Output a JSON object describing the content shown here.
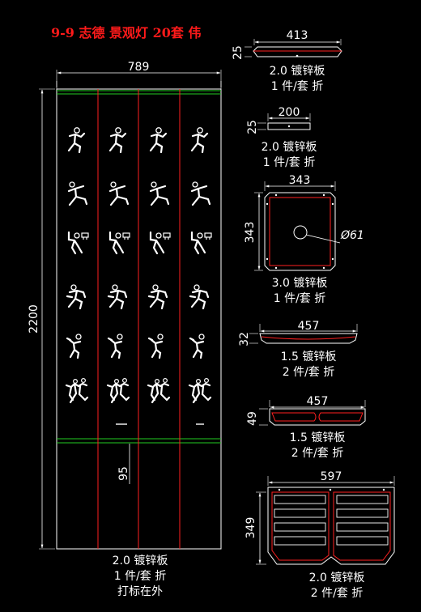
{
  "title": "9-9 志德 景观灯 20套 伟",
  "main_panel": {
    "width_dim": "789",
    "height_dim": "2200",
    "small_dim": "95",
    "material": "2.0 镀锌板",
    "quantity": "1 件/套 折",
    "note": "打标在外"
  },
  "parts": [
    {
      "width_dim": "413",
      "height_dim": "25",
      "material": "2.0 镀锌板",
      "quantity": "1 件/套 折"
    },
    {
      "width_dim": "200",
      "height_dim": "25",
      "material": "2.0 镀锌板",
      "quantity": "1 件/套 折"
    },
    {
      "width_dim": "343",
      "height_dim": "343",
      "hole_dim": "Ø61",
      "material": "3.0 镀锌板",
      "quantity": "1 件/套 折"
    },
    {
      "width_dim": "457",
      "height_dim": "32",
      "material": "1.5 镀锌板",
      "quantity": "2 件/套 折"
    },
    {
      "width_dim": "457",
      "height_dim": "49",
      "material": "1.5 镀锌板",
      "quantity": "2 件/套 折"
    },
    {
      "width_dim": "597",
      "height_dim": "349",
      "material": "2.0 镀锌板",
      "quantity": "2 件/套 折"
    }
  ],
  "colors": {
    "outline": "#ffffff",
    "cut_line": "#ff2020",
    "bend_line": "#22cc22",
    "title": "#ff1a1a"
  }
}
